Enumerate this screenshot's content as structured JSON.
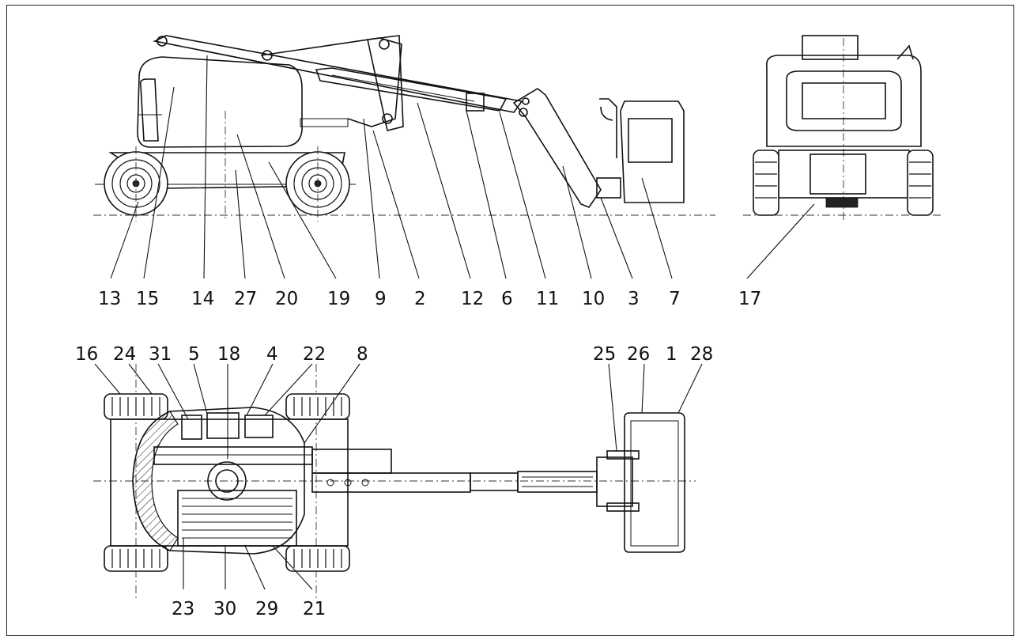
{
  "callouts": {
    "side_view": [
      "13",
      "15",
      "14",
      "27",
      "20",
      "19",
      "9",
      "2",
      "12",
      "6",
      "11",
      "10",
      "3",
      "7"
    ],
    "rear_view": [
      "17"
    ],
    "top_view_top": [
      "16",
      "24",
      "31",
      "5",
      "18",
      "4",
      "22",
      "8",
      "25",
      "26",
      "1",
      "28"
    ],
    "top_view_bottom": [
      "23",
      "30",
      "29",
      "21"
    ]
  }
}
